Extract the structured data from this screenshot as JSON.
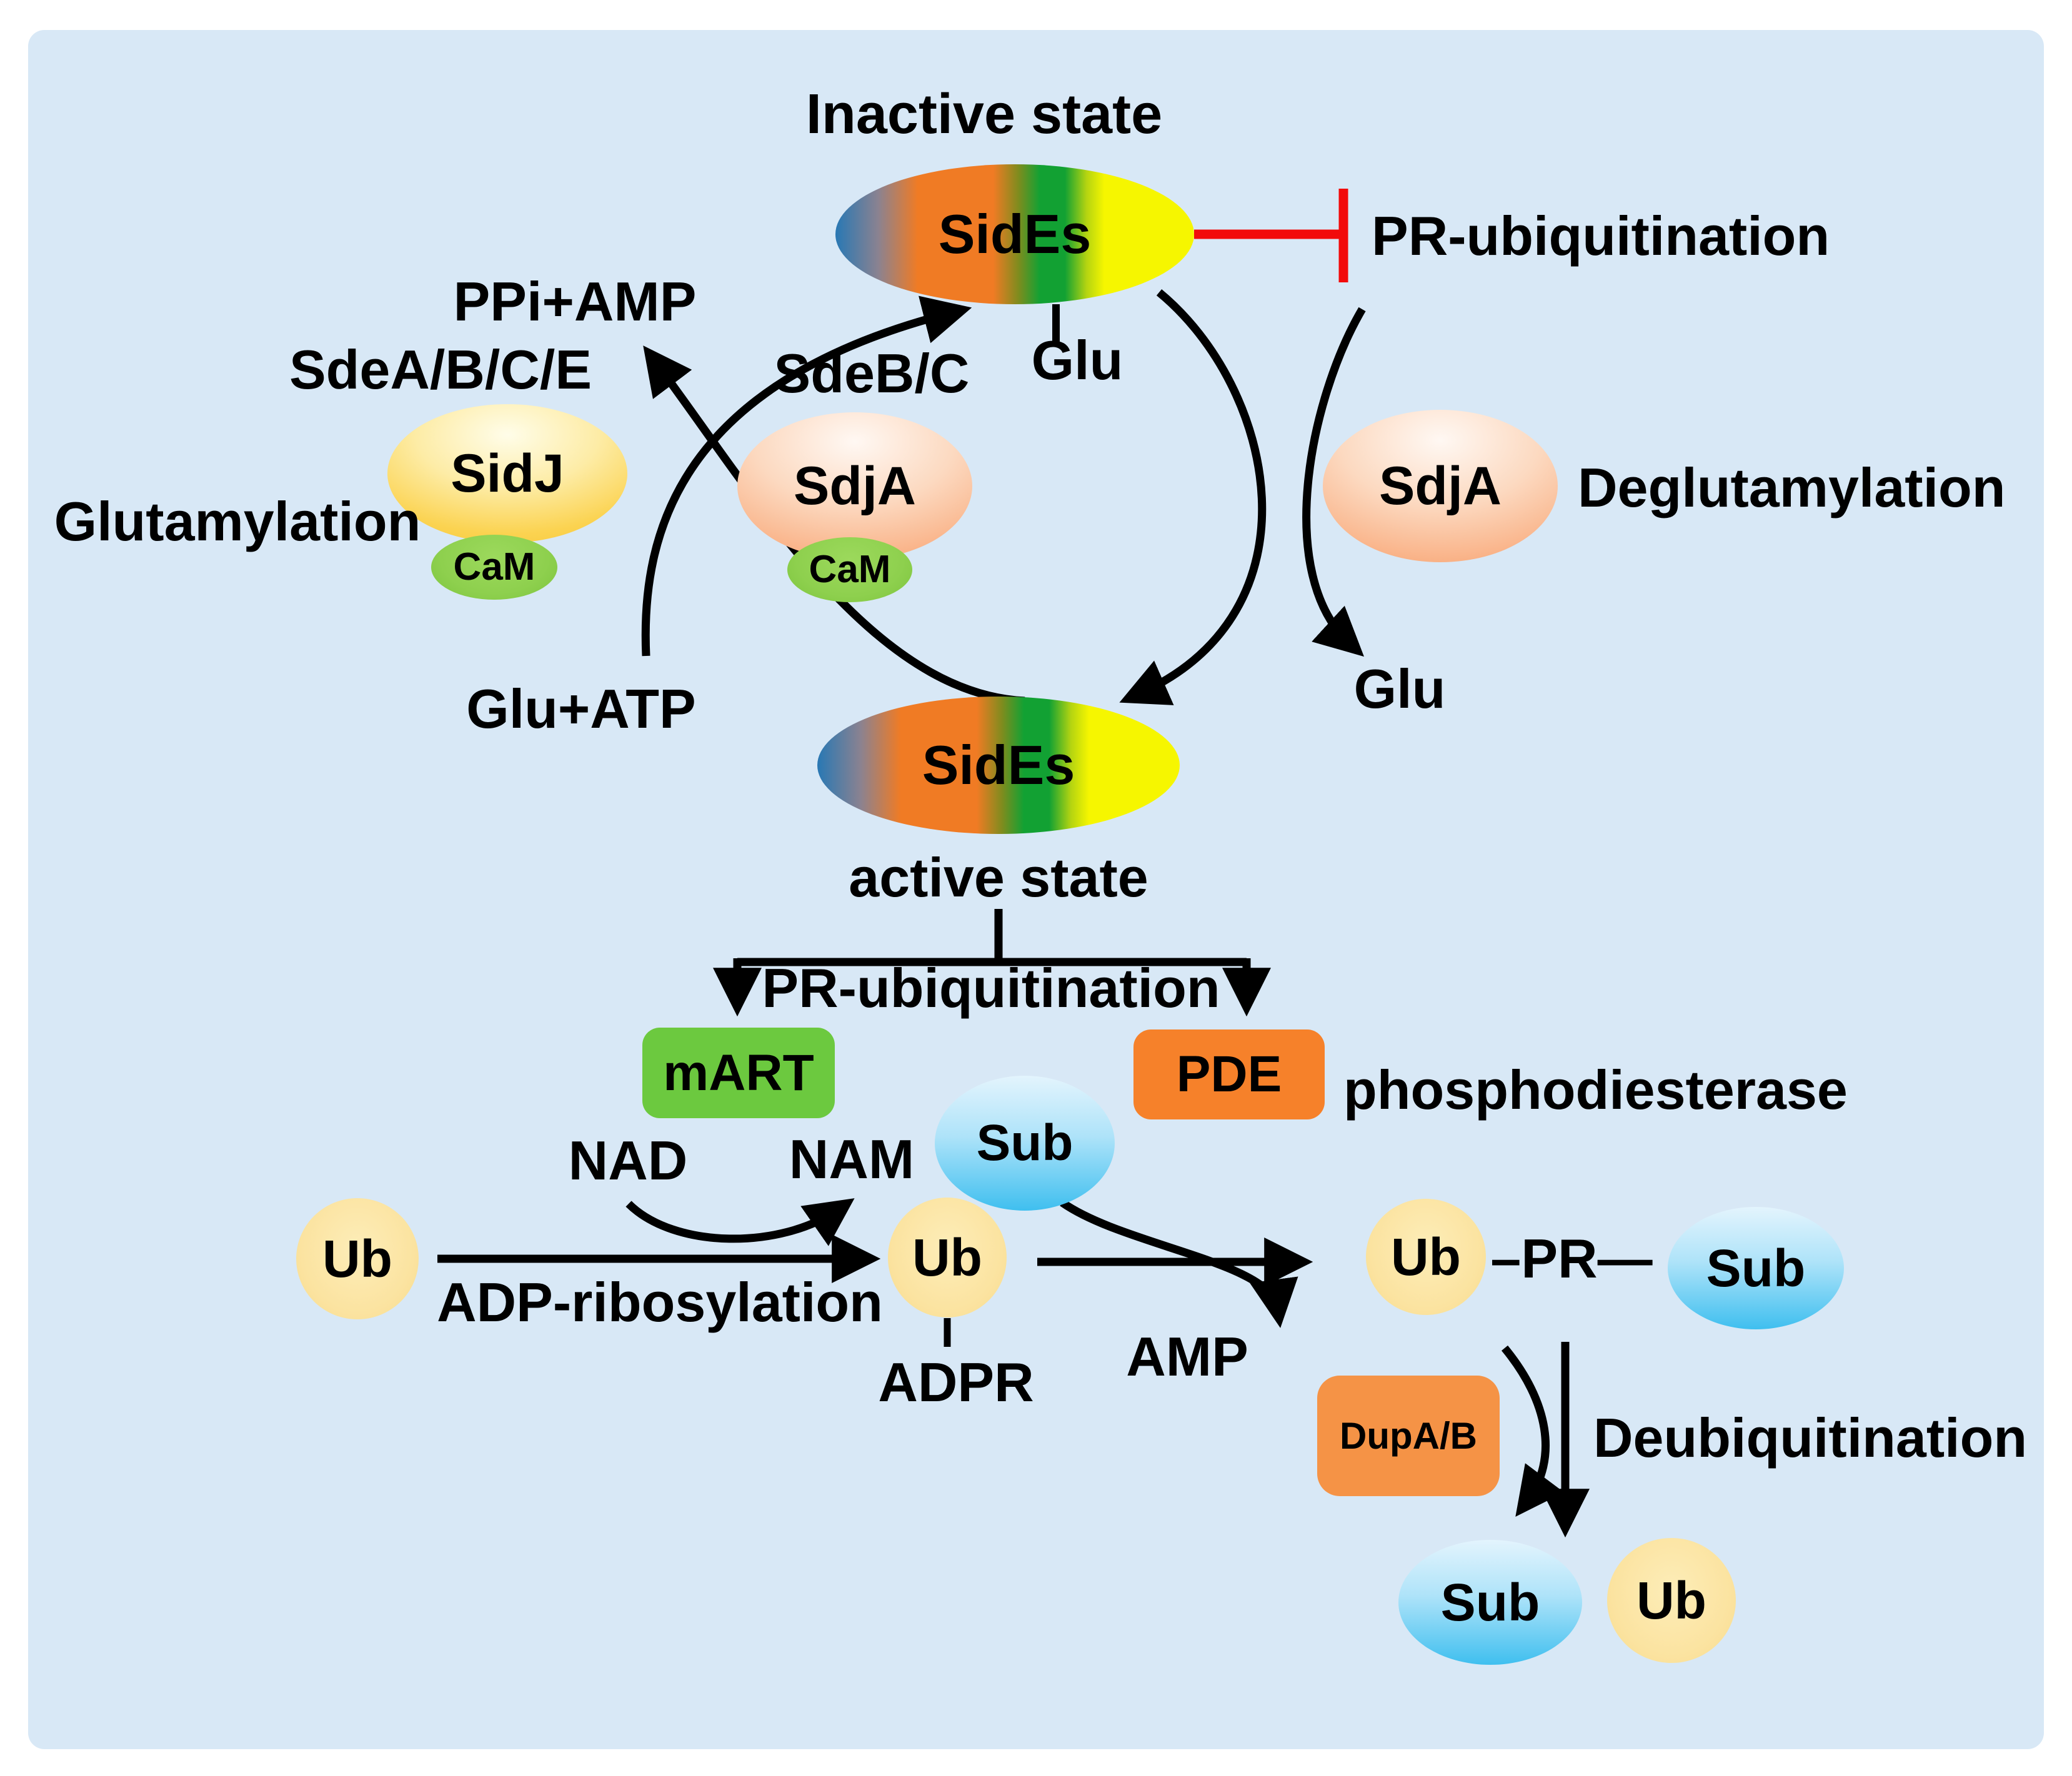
{
  "diagram": {
    "type": "pathway-diagram",
    "subject": "Regulation of SidEs effectors by glutamylation / deglutamylation and PR-ubiquitination",
    "colors": {
      "background": "#d8e8f6",
      "inhibition_red": "#f20b0b",
      "rainbow_blue": "#2878b4",
      "rainbow_orange": "#f07b24",
      "rainbow_green": "#12a133",
      "rainbow_yellow": "#f6f600",
      "sidj_yellow": "#fbd351",
      "sdja_peach": "#f9b084",
      "cam_green": "#8ed04e",
      "mart_green": "#6cc93f",
      "pde_orange": "#f6812a",
      "dupab_orange": "#f59346",
      "ub_yellow": "#fbe3a0",
      "sub_blue": "#3fbfef"
    }
  },
  "top": {
    "title": "Inactive state",
    "sides_inactive": "SidEs",
    "inhibited_process": "PR-ubiquitination",
    "glu_modification": "Glu",
    "ppi_amp": "PPi+AMP",
    "sde_abce": "SdeA/B/C/E",
    "sidj": "SidJ",
    "cam_left": "CaM",
    "glutamylation": "Glutamylation",
    "sde_bc": "SdeB/C",
    "sdja_center": "SdjA",
    "cam_center": "CaM",
    "glu_atp": "Glu+ATP",
    "sdja_right": "SdjA",
    "deglutamylation": "Deglutamylation",
    "glu_released": "Glu"
  },
  "middle": {
    "sides_active": "SidEs",
    "active_state": "active state",
    "pr_ubiquitination": "PR-ubiquitination",
    "mart": "mART",
    "pde": "PDE",
    "pde_description": "phosphodiesterase",
    "sub": "Sub",
    "nad": "NAD",
    "nam": "NAM"
  },
  "bottom": {
    "ub_free": "Ub",
    "adp_ribosylation": "ADP-ribosylation",
    "ub_adpr": "Ub",
    "adpr": "ADPR",
    "amp": "AMP",
    "ub_pr": "Ub",
    "pr_link": "–PR—",
    "sub_pr": "Sub",
    "dupab": "DupA/B",
    "deubiquitination": "Deubiquitination",
    "sub_released": "Sub",
    "ub_released": "Ub"
  }
}
